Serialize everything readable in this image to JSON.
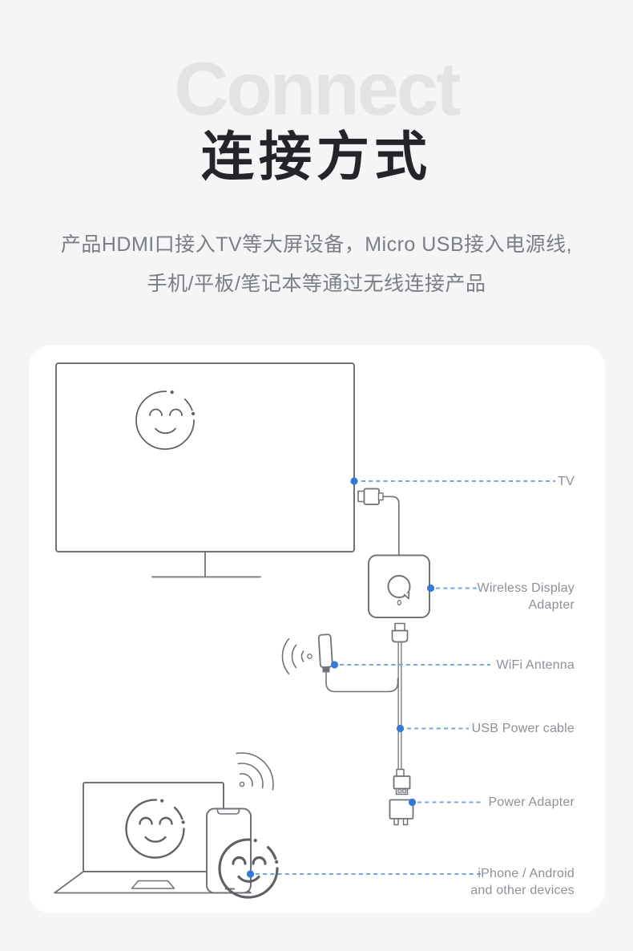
{
  "page": {
    "background_color": "#f4f5f6",
    "card_background": "#ffffff",
    "accent_blue": "#3579d8",
    "dash_blue": "#74a7e0",
    "line_gray": "#6f7378",
    "label_gray": "#8d9197"
  },
  "header": {
    "watermark": "Connect",
    "title": "连接方式",
    "description_line1": "产品HDMI口接入TV等大屏设备，Micro USB接入电源线,",
    "description_line2": "手机/平板/笔记本等通过无线连接产品"
  },
  "diagram": {
    "components": [
      "tv",
      "wireless-display-adapter",
      "wifi-antenna",
      "usb-power-cable",
      "power-adapter",
      "laptop",
      "phone"
    ],
    "labels": {
      "tv": "TV",
      "adapter_line1": "Wireless Display",
      "adapter_line2": "Adapter",
      "antenna": "WiFi Antenna",
      "usb_cable": "USB Power cable",
      "power_adapter": "Power Adapter",
      "devices_line1": "iPhone / Android",
      "devices_line2": "and other devices"
    }
  }
}
